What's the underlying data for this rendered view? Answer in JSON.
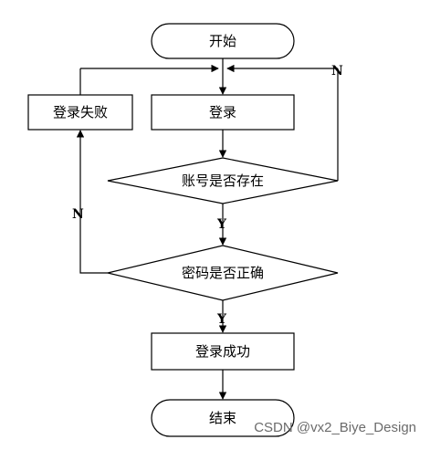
{
  "flowchart": {
    "nodes": {
      "start": "开始",
      "login": "登录",
      "login_fail": "登录失败",
      "account_exists": "账号是否存在",
      "password_correct": "密码是否正确",
      "login_success": "登录成功",
      "end": "结束"
    },
    "edge_labels": {
      "account_no": "N",
      "account_yes": "Y",
      "password_no": "N",
      "password_yes": "Y"
    }
  },
  "watermark": "CSDN @vx2_Biye_Design"
}
